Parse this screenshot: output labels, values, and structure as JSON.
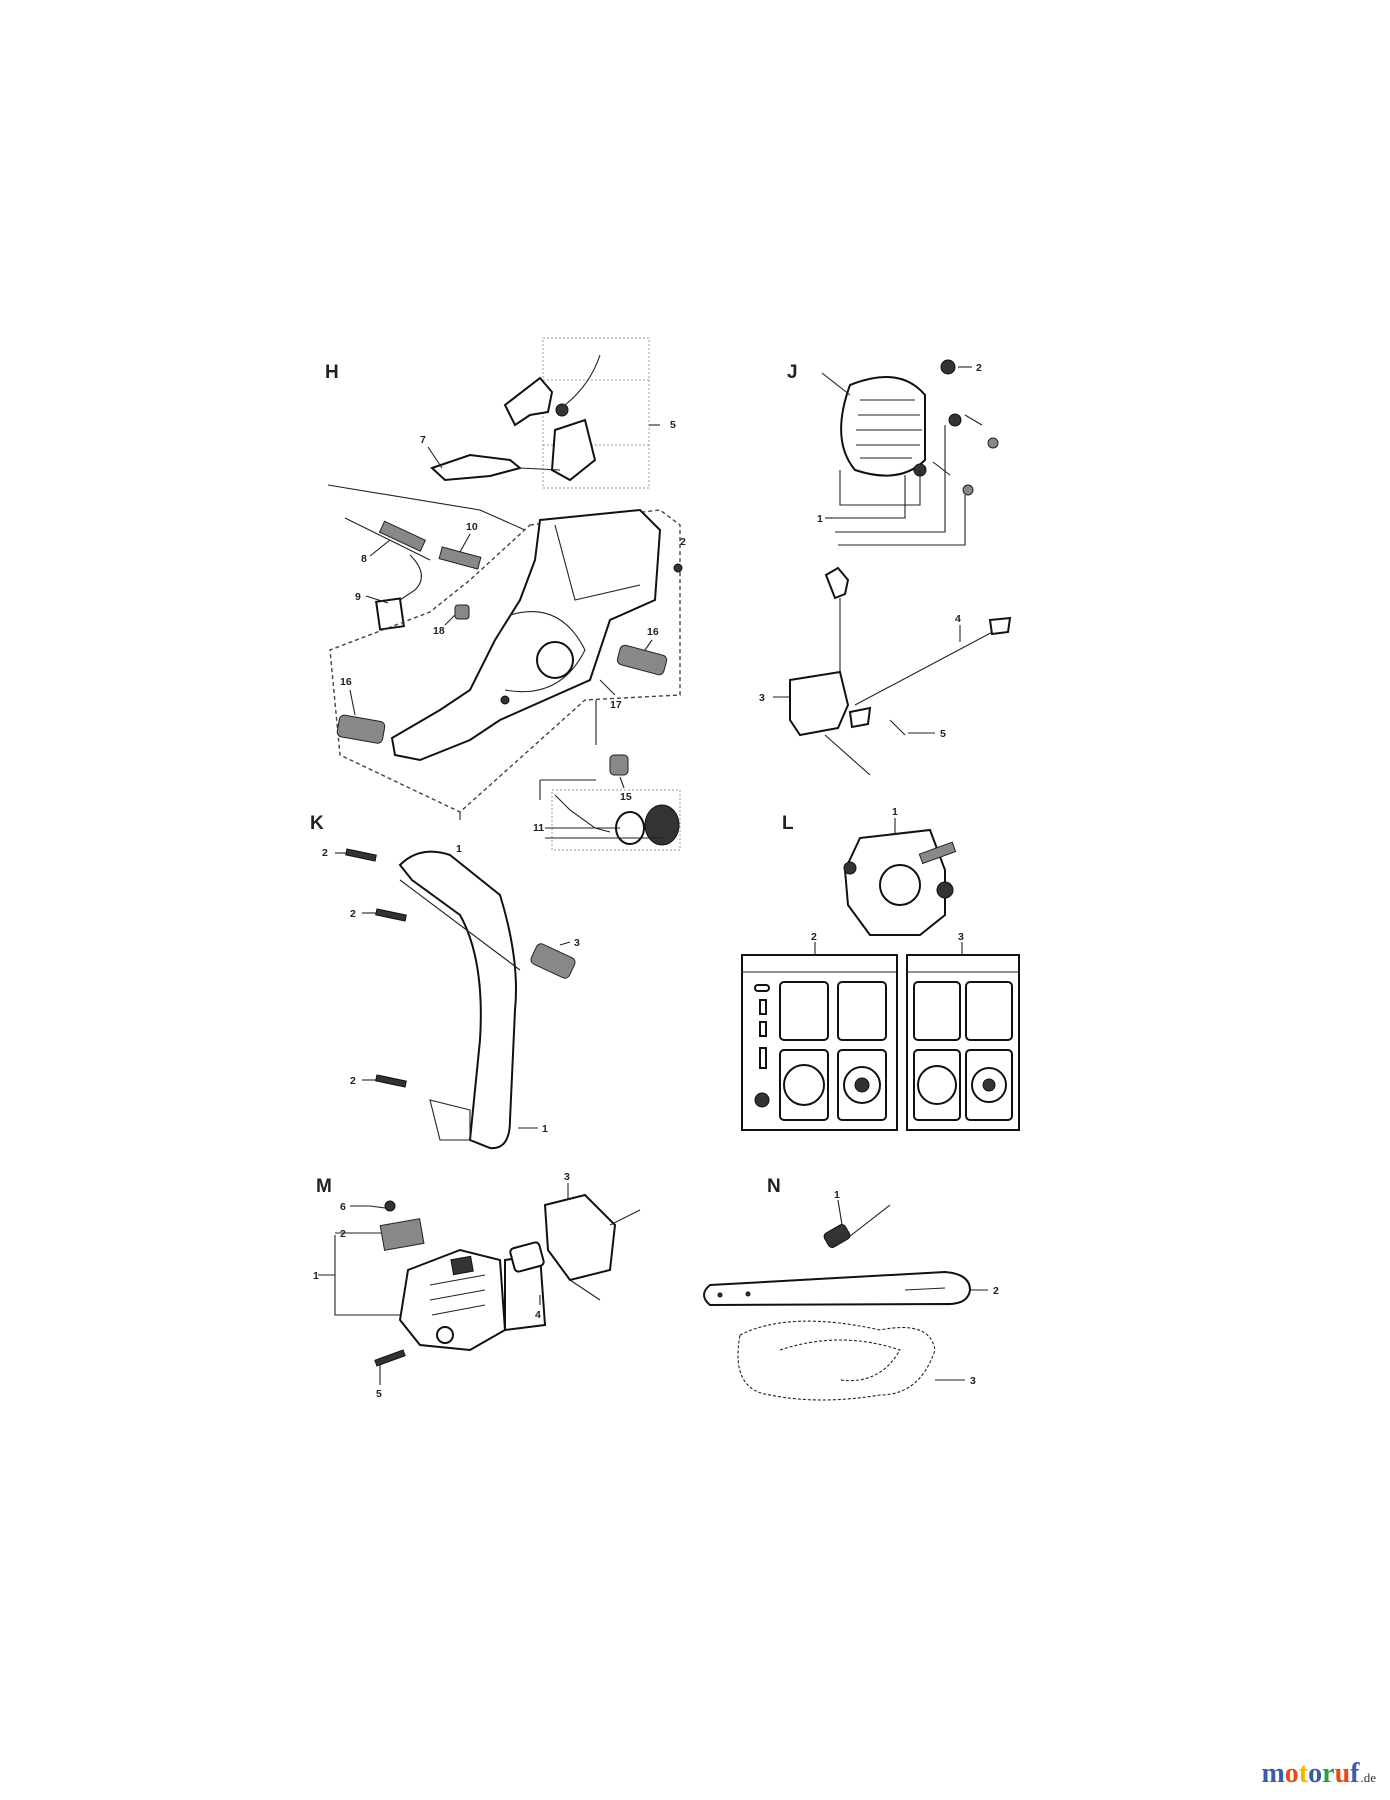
{
  "sections": {
    "H": {
      "letter": "H",
      "callouts": [
        "1",
        "2",
        "5",
        "7",
        "8",
        "9",
        "10",
        "11",
        "15",
        "16",
        "16",
        "17",
        "18"
      ]
    },
    "J": {
      "letter": "J",
      "callouts": [
        "1",
        "2"
      ]
    },
    "J2": {
      "callouts": [
        "3",
        "4",
        "5"
      ]
    },
    "K": {
      "letter": "K",
      "callouts": [
        "1",
        "2",
        "2",
        "2",
        "3"
      ]
    },
    "L": {
      "letter": "L",
      "callouts": [
        "1",
        "2",
        "3"
      ]
    },
    "M": {
      "letter": "M",
      "callouts": [
        "1",
        "2",
        "3",
        "4",
        "5",
        "6"
      ]
    },
    "N": {
      "letter": "N",
      "callouts": [
        "1",
        "2",
        "3"
      ]
    }
  },
  "watermark": {
    "letters": [
      "m",
      "o",
      "t",
      "o",
      "r",
      "u",
      "f"
    ],
    "letter_colors": [
      "#3b5da8",
      "#e64a19",
      "#f2b705",
      "#3b5da8",
      "#2e9e44",
      "#e64a19",
      "#3b5da8"
    ],
    "tld": ".de"
  }
}
